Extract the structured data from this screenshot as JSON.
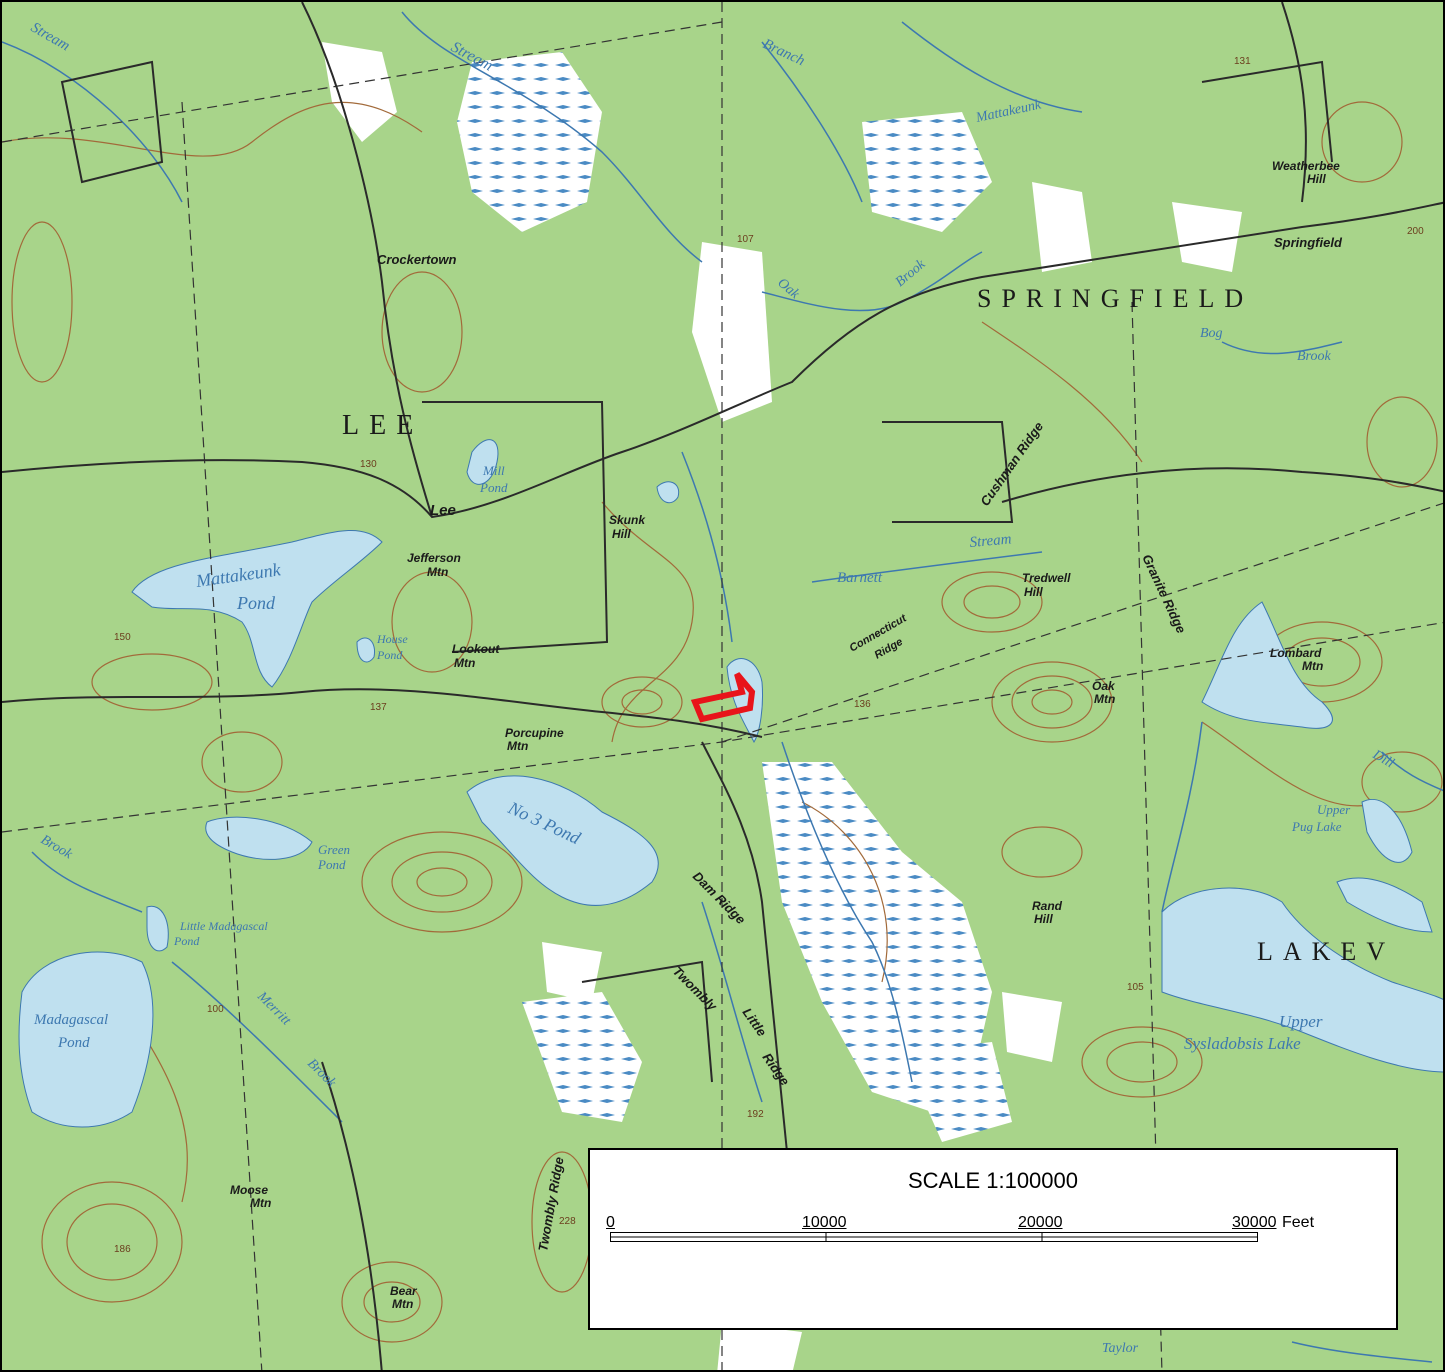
{
  "map": {
    "colors": {
      "land": "#a8d48a",
      "clearing": "#ffffff",
      "water": "#bfe0ef",
      "marsh": "#4a8bc4",
      "contour": "#a26a3a",
      "road": "#2a2a2a",
      "boundary": "#333333",
      "site": "#e8141a"
    },
    "labels": {
      "town_springfield": "SPRINGFIELD",
      "town_lee": "LEE",
      "town_lakeview": "LAKEV",
      "village_crockertown": "Crockertown",
      "village_lee": "Lee",
      "village_springfield": "Springfield",
      "hill_weatherbee": "Weatherbee",
      "hill_weatherbee_2": "Hill",
      "ridge_cushman": "Cushman Ridge",
      "hill_skunk": "Skunk",
      "hill_skunk_2": "Hill",
      "mtn_jefferson": "Jefferson",
      "mtn_jefferson_2": "Mtn",
      "mtn_lookout": "Lookout",
      "mtn_lookout_2": "Mtn",
      "mtn_porcupine": "Porcupine",
      "mtn_porcupine_2": "Mtn",
      "ridge_connecticut": "Connecticut",
      "ridge_connecticut_2": "Ridge",
      "hill_tredwell": "Tredwell",
      "hill_tredwell_2": "Hill",
      "ridge_granite": "Granite Ridge",
      "mtn_lombard": "Lombard",
      "mtn_lombard_2": "Mtn",
      "mtn_oak": "Oak",
      "mtn_oak_2": "Mtn",
      "ridge_dam": "Dam Ridge",
      "ridge_little": "Little",
      "ridge_little_2": "Ridge",
      "ridge_twombly": "Twombly",
      "ridge_twombly_s": "Twombly Ridge",
      "hill_rand": "Rand",
      "hill_rand_2": "Hill",
      "mtn_moose": "Moose",
      "mtn_moose_2": "Mtn",
      "mtn_bear": "Bear",
      "mtn_bear_2": "Mtn",
      "pond_mattakeunk": "Mattakeunk",
      "pond_mattakeunk_2": "Pond",
      "pond_no3": "No 3 Pond",
      "pond_madagascal": "Madagascal",
      "pond_madagascal_2": "Pond",
      "pond_little_madagascal": "Little Madagascal",
      "pond_little_madagascal_2": "Pond",
      "pond_green": "Green",
      "pond_green_2": "Pond",
      "pond_mill": "Mill",
      "pond_mill_2": "Pond",
      "pond_house": "House",
      "pond_house_2": "Pond",
      "pond_upper_pug": "Upper",
      "pond_upper_pug_2": "Pug Lake",
      "lake_upper_sysladobsis": "Upper",
      "lake_upper_sysladobsis_2": "Sysladobsis Lake",
      "stream_top": "Stream",
      "stream_mid": "Stream",
      "stream_topleft": "Stream",
      "branch_top": "Branch",
      "brook_bog": "Bog",
      "brook_bog_2": "Brook",
      "brook_barnett": "Barnett",
      "brook_merritt": "Merritt",
      "brook_merritt_2": "Brook",
      "brook_mattakeunk": "Mattakeunk",
      "brook_left": "Brook",
      "stream_taylor": "Taylor",
      "stream_dill": "Dill",
      "brook_oak": "Oak",
      "brook_oak_2": "Brook"
    },
    "elevations": [
      "131",
      "130",
      "107",
      "137",
      "136",
      "105",
      "200",
      "150",
      "228",
      "186",
      "192",
      "100"
    ]
  },
  "scale": {
    "title": "SCALE 1:100000",
    "ticks": [
      "0",
      "10000",
      "20000",
      "30000"
    ],
    "unit": "Feet"
  }
}
